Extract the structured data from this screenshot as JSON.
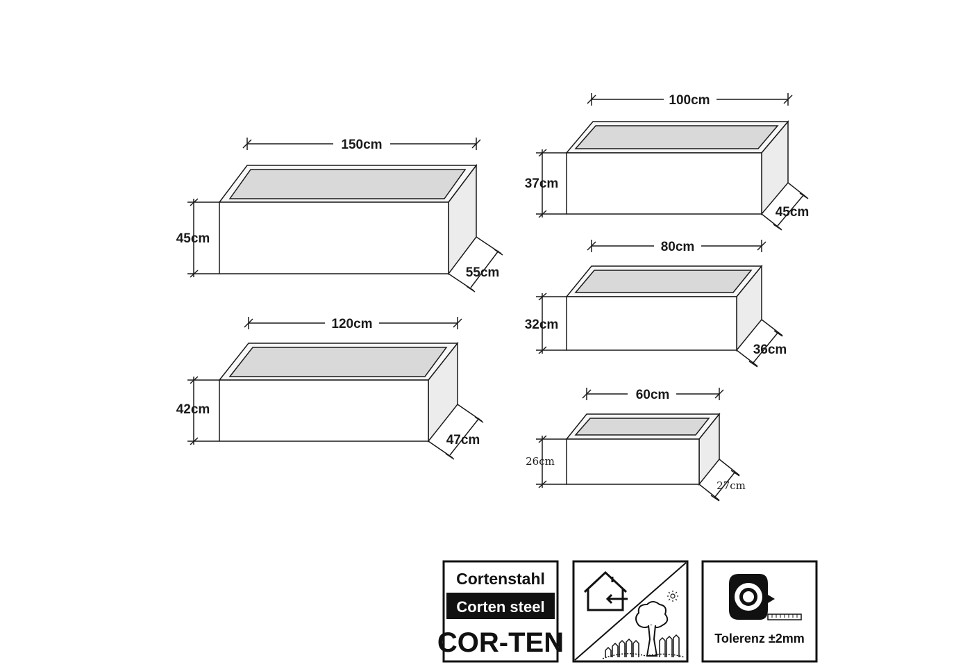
{
  "planters": [
    {
      "id": "p150",
      "width_label": "150cm",
      "height_label": "45cm",
      "depth_label": "55cm"
    },
    {
      "id": "p120",
      "width_label": "120cm",
      "height_label": "42cm",
      "depth_label": "47cm"
    },
    {
      "id": "p100",
      "width_label": "100cm",
      "height_label": "37cm",
      "depth_label": "45cm"
    },
    {
      "id": "p80",
      "width_label": "80cm",
      "height_label": "32cm",
      "depth_label": "36cm"
    },
    {
      "id": "p60",
      "width_label": "60cm",
      "height_label": "26cm",
      "depth_label": "27cm"
    }
  ],
  "badges": {
    "material": {
      "line1": "Cortenstahl",
      "line2": "Corten steel",
      "line3": "COR-TEN"
    },
    "indoor_outdoor": {
      "icon": "house-garden-icon"
    },
    "tolerance": {
      "icon": "tape-measure-icon",
      "text": "Tolerenz ±2mm"
    }
  },
  "colors": {
    "stroke": "#1a1a1a",
    "inner": "#d9d9d9",
    "side": "#ececec"
  }
}
